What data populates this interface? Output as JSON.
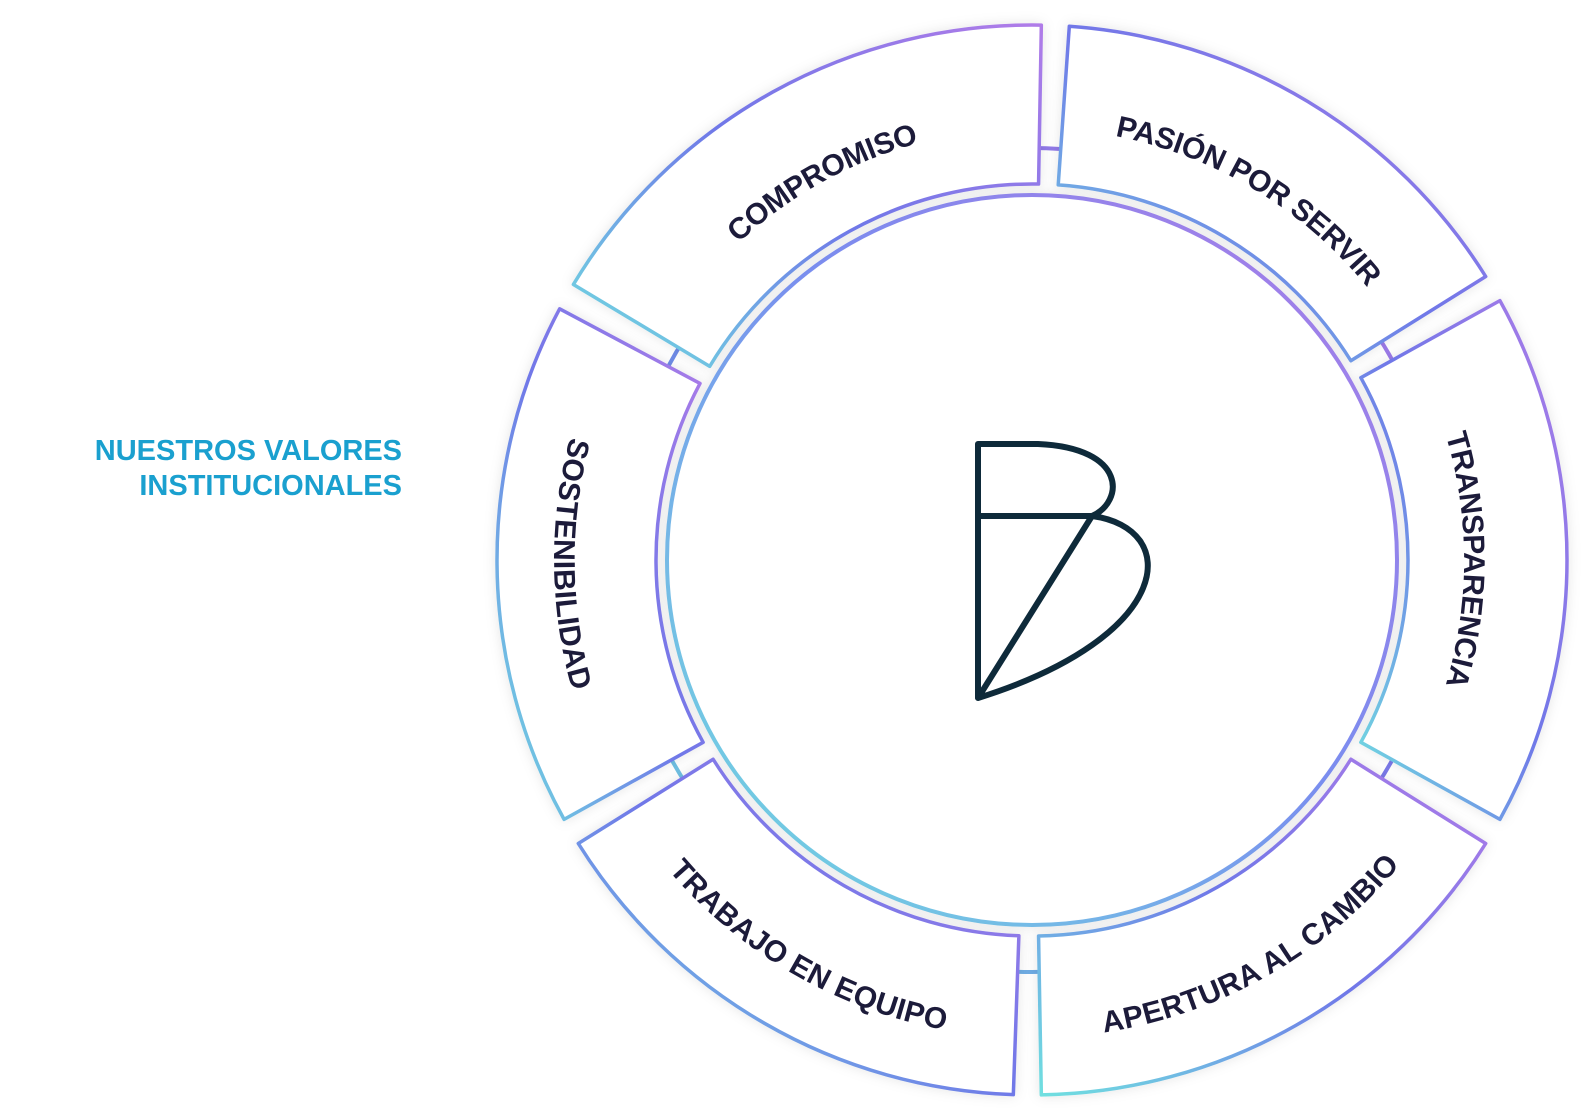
{
  "section_title": {
    "line1": "NUESTROS VALORES",
    "line2": "INSTITUCIONALES"
  },
  "colors": {
    "title": "#1aa0cf",
    "label_text": "#1c1b3a",
    "logo_stroke": "#0e2a3a",
    "gradient_cyan": "#6fe0e0",
    "gradient_blue": "#6f78e8",
    "gradient_purple": "#b07be8"
  },
  "values": [
    {
      "label": "COMPROMISO"
    },
    {
      "label": "PASIÓN POR SERVIR"
    },
    {
      "label": "TRANSPARENCIA"
    },
    {
      "label": "APERTURA AL CAMBIO"
    },
    {
      "label": "TRABAJO EN EQUIPO"
    },
    {
      "label": "SOSTENIBILIDAD"
    }
  ],
  "logo": {
    "icon": "b-monogram-logo-icon"
  }
}
